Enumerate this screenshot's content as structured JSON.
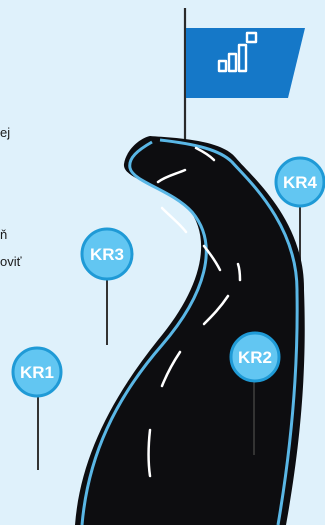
{
  "text_fragments": [
    {
      "text": "ej"
    },
    {
      "text": "ň"
    },
    {
      "text": "oviť"
    }
  ],
  "milestones": [
    {
      "label": "KR1"
    },
    {
      "label": "KR2"
    },
    {
      "label": "KR3"
    },
    {
      "label": "KR4"
    }
  ],
  "colors": {
    "background": "#dff1fb",
    "road": "#0d0d10",
    "road_edge": "#5ab7e6",
    "badge_fill": "#62c6f2",
    "badge_stroke": "#1f9ad6",
    "flag": "#1578c8",
    "pole": "#222222"
  },
  "icons": {
    "flag": "bar-chart-flag-icon"
  }
}
